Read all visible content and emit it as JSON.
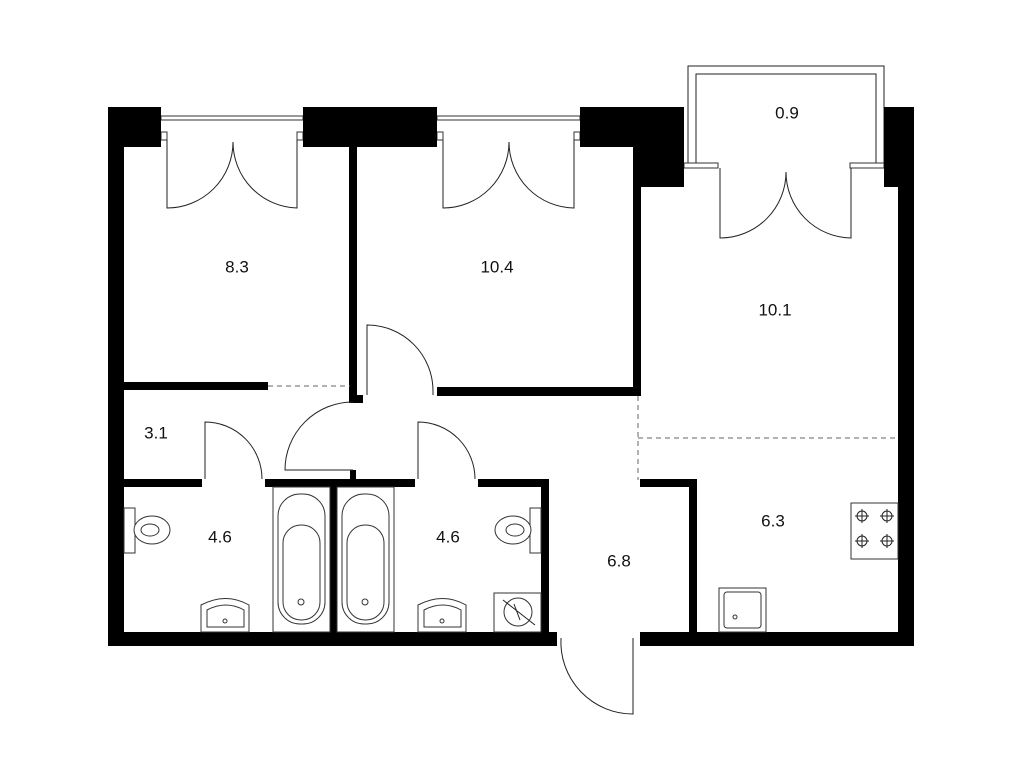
{
  "plan": {
    "colors": {
      "wall": "#000000",
      "line": "#222222",
      "background": "#ffffff"
    },
    "rooms": [
      {
        "id": "bedroom-1",
        "area": "8.3"
      },
      {
        "id": "bedroom-2",
        "area": "10.4"
      },
      {
        "id": "balcony",
        "area": "0.9"
      },
      {
        "id": "living-room",
        "area": "10.1"
      },
      {
        "id": "storage",
        "area": "3.1"
      },
      {
        "id": "bathroom-1",
        "area": "4.6"
      },
      {
        "id": "bathroom-2",
        "area": "4.6"
      },
      {
        "id": "hallway",
        "area": "6.8"
      },
      {
        "id": "kitchen",
        "area": "6.3"
      }
    ]
  }
}
